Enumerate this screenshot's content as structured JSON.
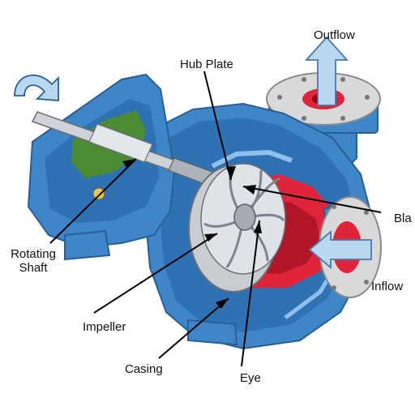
{
  "labels": {
    "outflow": "Outflow",
    "hub_plate": "Hub Plate",
    "blades": "Bla",
    "rotating_shaft_line1": "Rotating",
    "rotating_shaft_line2": "Shaft",
    "inflow": "Inflow",
    "impeller": "Impeller",
    "casing": "Casing",
    "eye": "Eye"
  },
  "colors": {
    "casing_blue": "#3f86c8",
    "casing_dark": "#2a5f96",
    "casing_light": "#8ec0ec",
    "flange_grey": "#d9d9d9",
    "red_interior": "#e0243a",
    "impeller_silver": "#c9ccd1",
    "bearing_green": "#4d8a34",
    "arrow_light_blue": "#b9d7ee",
    "leader_line": "#000000"
  },
  "icons": [
    "rotation-arrow-icon",
    "outflow-arrow-icon",
    "inflow-arrow-icon"
  ]
}
